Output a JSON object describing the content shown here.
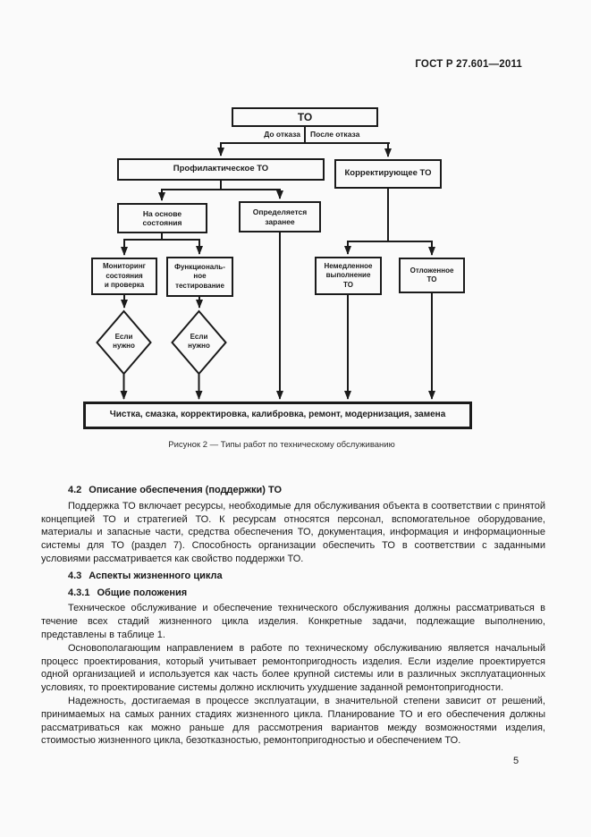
{
  "page": {
    "header": "ГОСТ Р 27.601—2011",
    "page_number": "5"
  },
  "figure": {
    "caption": "Рисунок 2 — Типы работ по техническому обслуживанию",
    "nodes": {
      "to": "ТО",
      "before_failure": "До отказа",
      "after_failure": "После отказа",
      "prophylactic": "Профилактическое ТО",
      "corrective": "Корректирующее ТО",
      "condition_based": "На основе\nсостояния",
      "predetermined": "Определяется\nзаранее",
      "monitoring": "Мониторинг\nсостояния\nи проверка",
      "functional_testing": "Функциональ-\nное\nтестирование",
      "immediate": "Немедленное\nвыполнение\nТО",
      "deferred": "Отложенное\nТО",
      "if_needed_1": "Если\nнужно",
      "if_needed_2": "Если\nнужно",
      "actions": "Чистка, смазка, корректировка, калибровка,  ремонт, модернизация, замена"
    }
  },
  "sections": {
    "s42": {
      "num": "4.2",
      "title": "Описание обеспечения (поддержки) ТО",
      "p1": "Поддержка ТО включает ресурсы, необходимые для обслуживания объекта в соответствии с принятой концепцией ТО и стратегией ТО. К ресурсам относятся персонал, вспомогательное оборудование, материалы и запасные части, средства обеспечения ТО, документация, информация и информационные системы для ТО (раздел 7). Способность организации обеспечить ТО в соответствии с заданными условиями рассматривается как свойство поддержки ТО."
    },
    "s43": {
      "num": "4.3",
      "title": "Аспекты жизненного цикла"
    },
    "s431": {
      "num": "4.3.1",
      "title": "Общие положения",
      "p1": "Техническое обслуживание и обеспечение технического обслуживания должны рассматриваться в течение всех стадий жизненного цикла изделия. Конкретные задачи, подлежащие выполнению, представлены в таблице 1.",
      "p2": "Основополагающим направлением в работе по техническому обслуживанию является начальный процесс проектирования, который учитывает ремонтопригодность изделия. Если изделие проектируется одной организацией и используется как часть более крупной системы или в различных эксплуатационных условиях, то проектирование системы должно исключить ухудшение заданной ремонтопригодности.",
      "p3": "Надежность, достигаемая в процессе эксплуатации, в значительной степени зависит от решений, принимаемых на самых ранних стадиях жизненного цикла. Планирование ТО и его обеспечения должны рассматриваться как можно раньше для рассмотрения вариантов между возможностями изделия, стоимостью жизненного цикла, безотказностью, ремонтопригодностью и обеспечением ТО."
    }
  }
}
